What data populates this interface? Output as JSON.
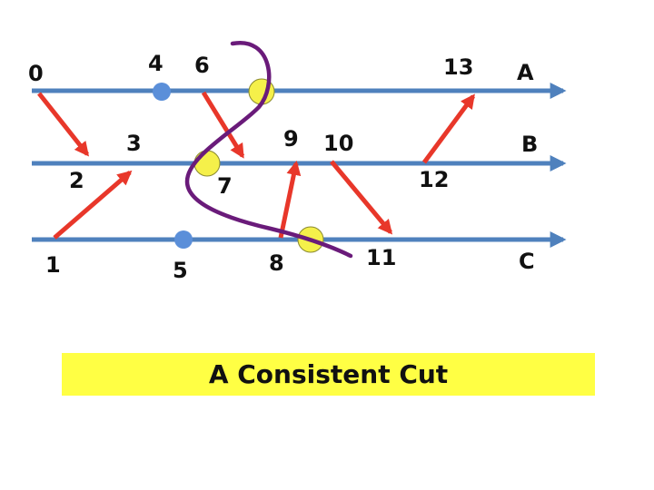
{
  "colors": {
    "process_line": "#4f81bd",
    "message": "#e8372a",
    "cut": "#6a1b7a",
    "cut_marker": "#f5f04a",
    "event_dot": "#5b8fd9",
    "caption_bg": "#ffff44"
  },
  "process_labels": {
    "a": "A",
    "b": "B",
    "c": "C"
  },
  "event_labels": {
    "e0": "0",
    "e1": "1",
    "e2": "2",
    "e3": "3",
    "e4": "4",
    "e5": "5",
    "e6": "6",
    "e7": "7",
    "e8": "8",
    "e9": "9",
    "e10": "10",
    "e11": "11",
    "e12": "12",
    "e13": "13"
  },
  "caption": "A Consistent Cut"
}
